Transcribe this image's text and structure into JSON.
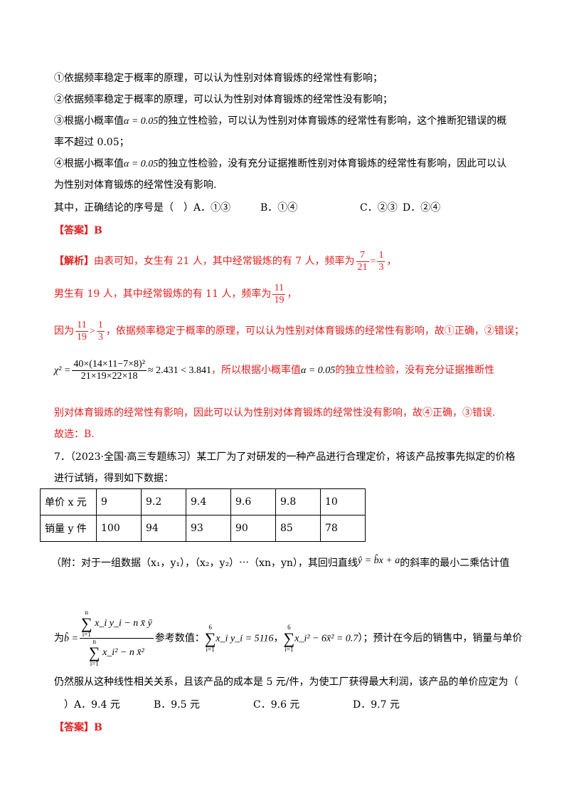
{
  "statements": {
    "s1": "①依据频率稳定于概率的原理，可以认为性别对体育锻炼的经常性有影响；",
    "s2": "②依据频率稳定于概率的原理，可以认为性别对体育锻炼的经常性没有影响；",
    "s3_a": "③根据小概率值",
    "s3_alpha": "α = 0.05",
    "s3_b": "的独立性检验，可以认为性别对体育锻炼的经常性有影响，这个推断犯错误的概",
    "s3_c": "率不超过 0.05；",
    "s4_a": "④根据小概率值",
    "s4_alpha": "α = 0.05",
    "s4_b": "的独立性检验，没有充分证据推断性别对体育锻炼的经常性有影响，因此可以认",
    "s4_c": "为性别对体育锻炼的经常性没有影响."
  },
  "q6_options": {
    "lead": "其中，正确结论的序号是（　）",
    "A": "A．①③",
    "B": "B．①④",
    "C": "C．②③",
    "D": "D．②④"
  },
  "q6_answer": "【答案】B",
  "analysis": {
    "tag": "【解析】",
    "l1": "由表可知，女生有 21 人，其中经常锻炼的有 7 人，频率为",
    "f1_num": "7",
    "f1_den": "21",
    "f1_eq": "=",
    "f2_num": "1",
    "f2_den": "3",
    "l1_end": "，",
    "l2": "男生有 19 人，其中经常锻炼的有 11 人，频率为",
    "f3_num": "11",
    "f3_den": "19",
    "l2_end": "，",
    "l3_a": "因为",
    "f4_num": "11",
    "f4_den": "19",
    "gt": ">",
    "f5_num": "1",
    "f5_den": "3",
    "l3_b": "，依据频率稳定于概率的原理，可以认为性别对体育锻炼的经常性有影响，故①正确，②错误；",
    "chi_lhs": "χ² =",
    "chi_num": "40×(14×11−7×8)²",
    "chi_den": "21×19×22×18",
    "chi_rhs": "≈ 2.431 < 3.841",
    "l4": "，所以根据小概率值",
    "l4_alpha": "α = 0.05",
    "l4_end": "的独立性检验，没有充分证据推断性",
    "l5": "别对体育锻炼的经常性有影响，因此可以认为性别对体育锻炼的经常性没有影响，故④正确，③错误.",
    "l6": "故选：B."
  },
  "q7": {
    "stem1": "7．（2023·全国·高三专题练习）某工厂为了对研发的一种产品进行合理定价，将该产品按事先拟定的价格",
    "stem2": "进行试销，得到如下数据：",
    "table": {
      "rows": [
        {
          "header": "单价 x 元",
          "values": [
            "9",
            "9.2",
            "9.4",
            "9.6",
            "9.8",
            "10"
          ]
        },
        {
          "header": "销量 y 件",
          "values": [
            "100",
            "94",
            "93",
            "90",
            "85",
            "78"
          ]
        }
      ]
    },
    "note_a": "（附：对于一组数据（x₁，y₁），（x₂，y₂）⋯（xn，yn），其回归直线",
    "note_line": "ŷ = b̂x + a",
    "note_b": "的斜率的最小二乘估计值",
    "wei": "为",
    "bhat": "b̂ =",
    "b_num": "x_i y_i − n x̄ ȳ",
    "b_den": "x_i² − n x̄²",
    "sum_top_n": "n",
    "sum_bot": "i=1",
    "ref": "参考数值：",
    "ref1_top": "6",
    "ref1": "x_i y_i = 5116",
    "ref2": "x_i² − 6x̄² = 0.7",
    "after": "）；预计在今后的销售中，销量与单价",
    "stem3": "仍然服从这种线性相关关系，且该产品的成本是 5 元/件，为使工厂获得最大利润，该产品的单价应定为（",
    "opt_lead": "　）",
    "A": "A．9.4 元",
    "B": "B．9.5 元",
    "C": "C．9.6 元",
    "D": "D．9.7 元"
  },
  "q7_answer": "【答案】B"
}
